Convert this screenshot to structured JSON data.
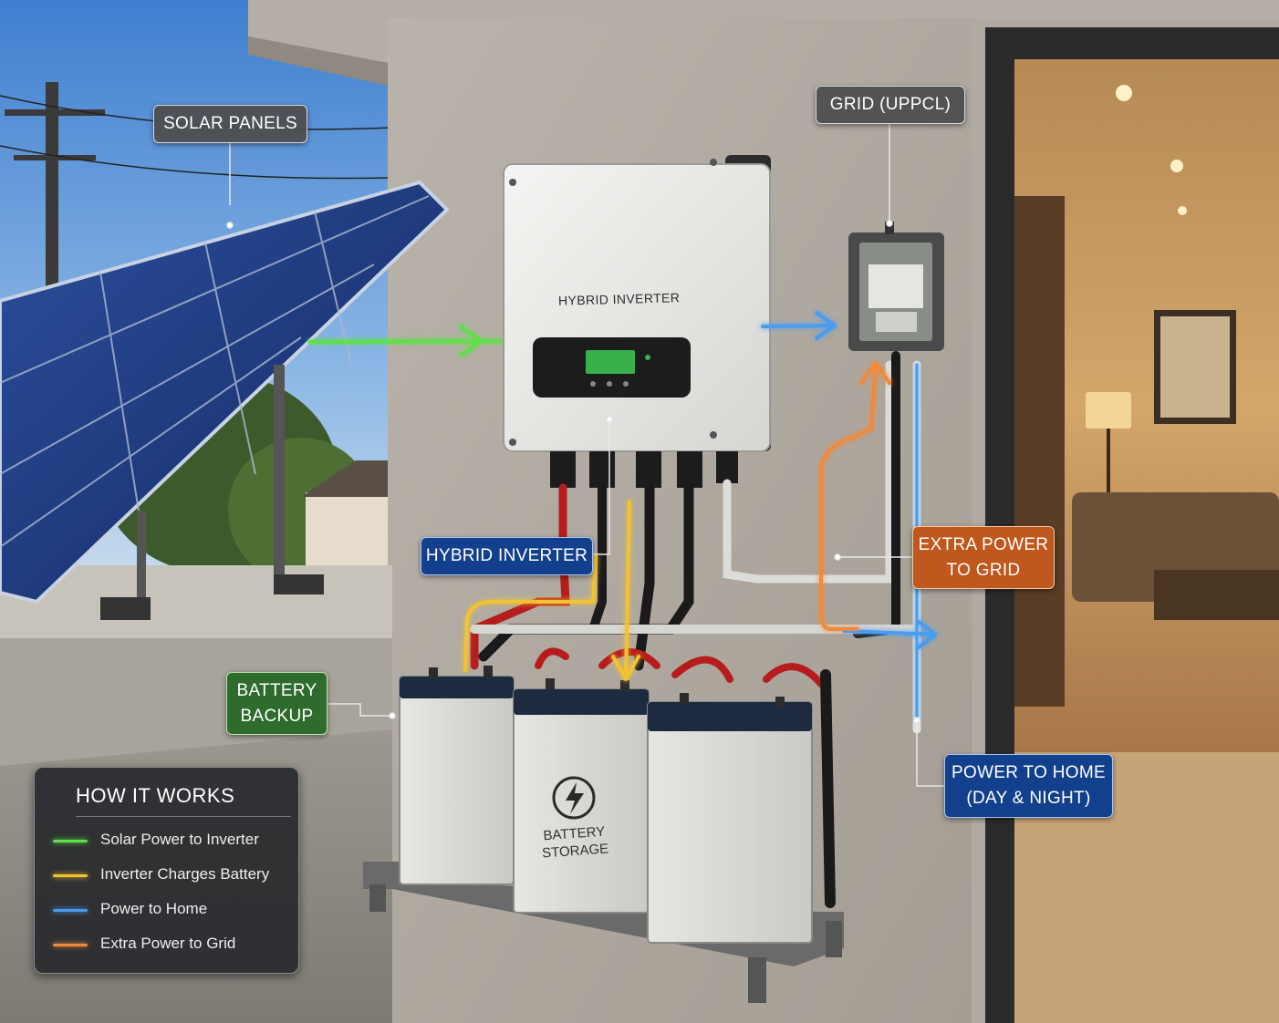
{
  "labels": {
    "solar_panels": "SOLAR PANELS",
    "grid": "GRID (UPPCL)",
    "hybrid_inverter": "HYBRID INVERTER",
    "extra_power_line1": "EXTRA POWER",
    "extra_power_line2": "TO GRID",
    "battery_backup_line1": "BATTERY",
    "battery_backup_line2": "BACKUP",
    "power_home_line1": "POWER TO HOME",
    "power_home_line2": "(DAY & NIGHT)"
  },
  "inverter_text": "HYBRID INVERTER",
  "battery_text_line1": "BATTERY",
  "battery_text_line2": "STORAGE",
  "legend": {
    "title": "HOW IT WORKS",
    "items": [
      {
        "label": "Solar Power to Inverter",
        "color": "#5ee04a"
      },
      {
        "label": "Inverter Charges Battery",
        "color": "#f2c230"
      },
      {
        "label": "Power to Home",
        "color": "#4a9cf0"
      },
      {
        "label": "Extra Power to Grid",
        "color": "#f08a3c"
      }
    ]
  },
  "flow_colors": {
    "solar": "#5ee04a",
    "battery": "#f2c230",
    "home": "#4a9cf0",
    "grid": "#f08a3c"
  }
}
